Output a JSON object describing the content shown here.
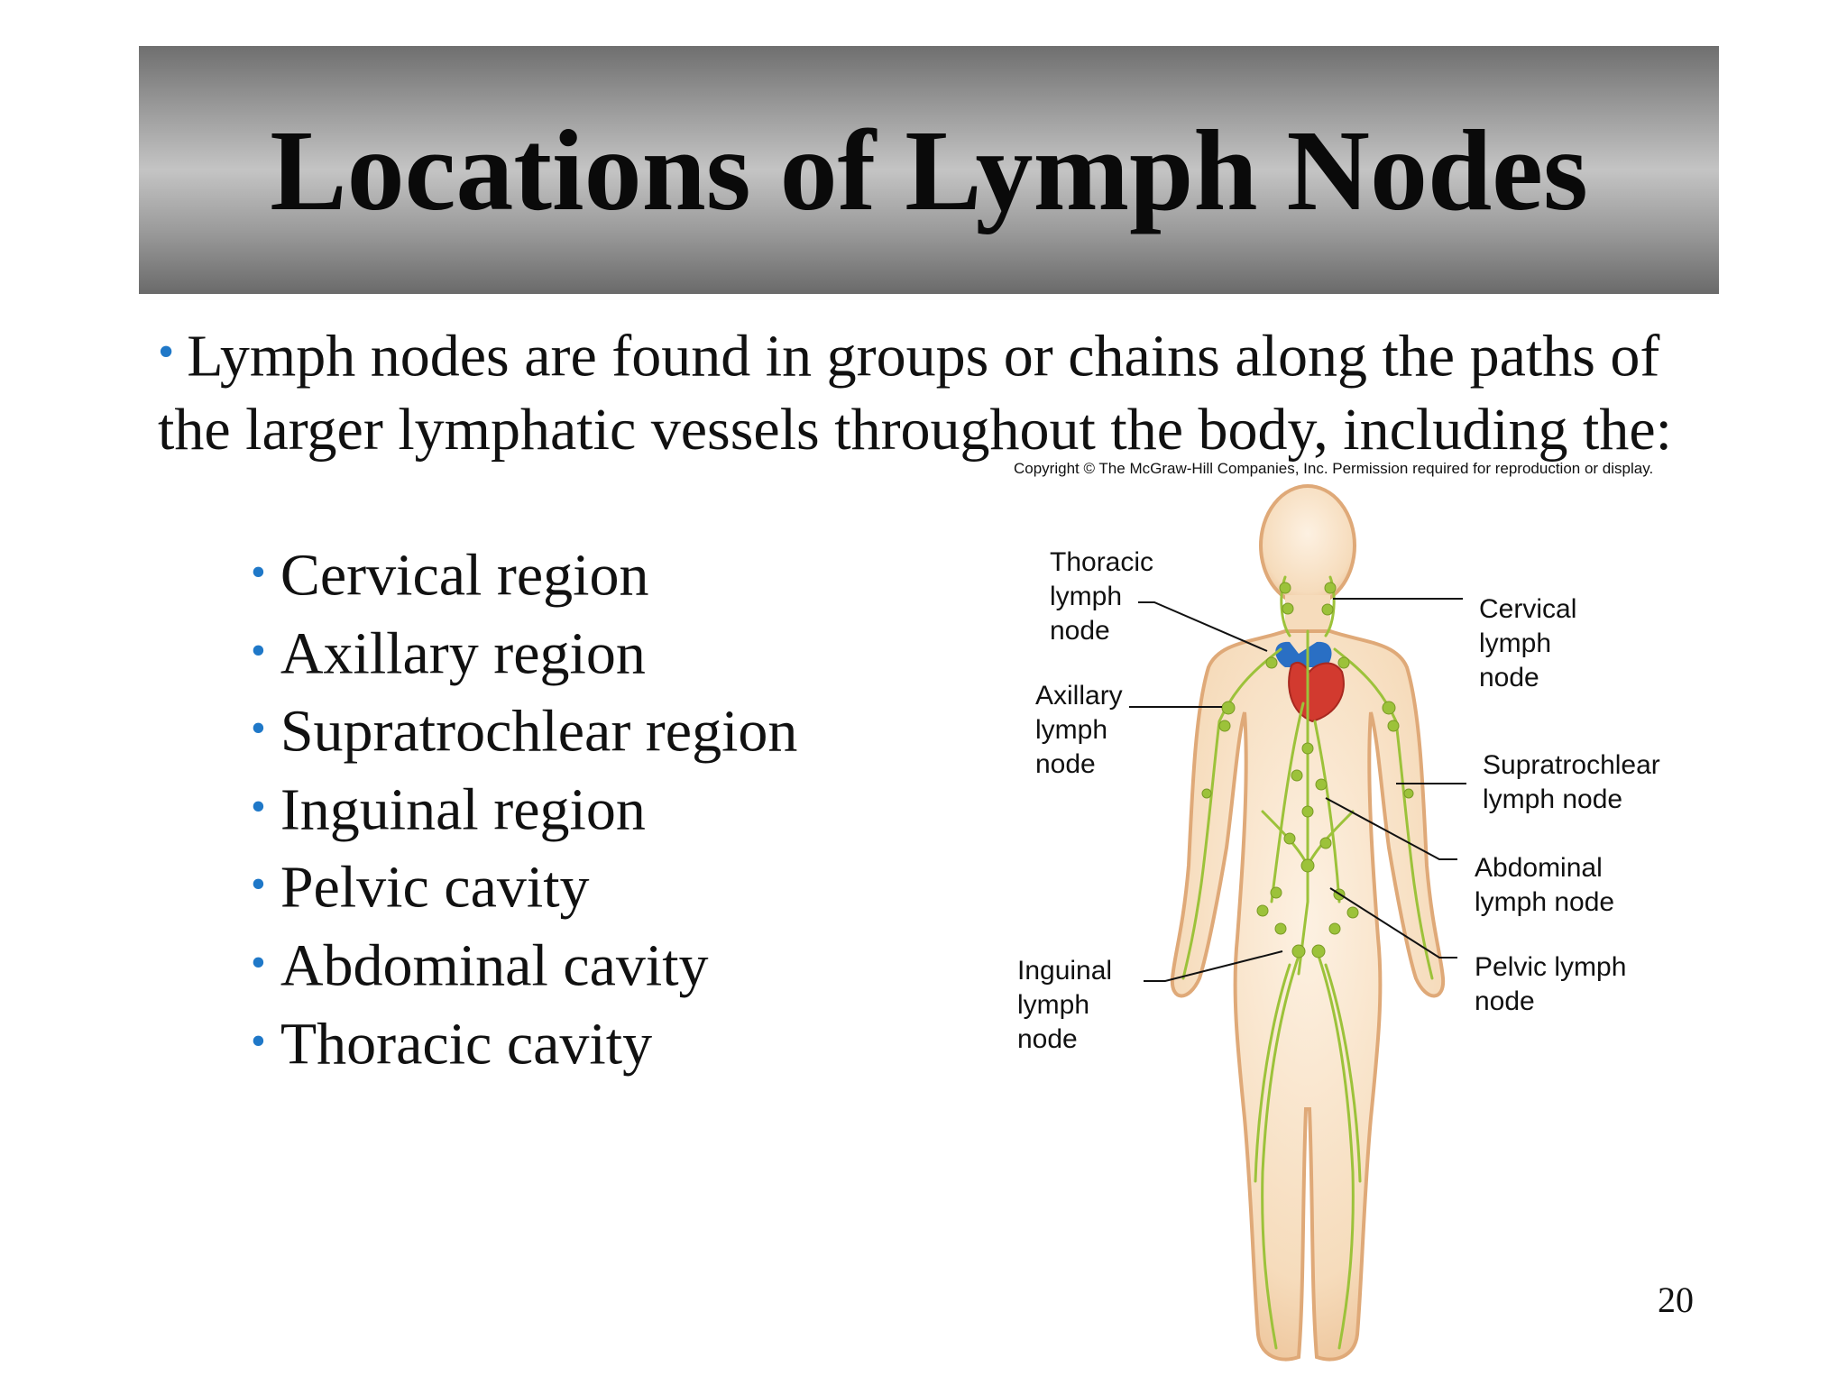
{
  "title": "Locations of Lymph Nodes",
  "intro": "Lymph nodes are found in groups or chains along the paths of the larger lymphatic vessels throughout the body, including the:",
  "regions": [
    "Cervical region",
    "Axillary region",
    "Supratrochlear region",
    "Inguinal region",
    "Pelvic cavity",
    "Abdominal cavity",
    "Thoracic cavity"
  ],
  "figure": {
    "copyright": "Copyright © The McGraw-Hill Companies, Inc. Permission required for reproduction or display.",
    "labels": {
      "thoracic": "Thoracic\nlymph\nnode",
      "axillary": "Axillary\nlymph\nnode",
      "inguinal": "Inguinal\nlymph\nnode",
      "cervical": "Cervical\nlymph\nnode",
      "supratrochlear": "Supratrochlear\nlymph node",
      "abdominal": "Abdominal\nlymph node",
      "pelvic": "Pelvic lymph\nnode"
    }
  },
  "page_number": "20",
  "colors": {
    "bullet": "#1f78c8",
    "skin": "#f4d9b8",
    "lymph": "#9cc23a",
    "heart": "#d23a2f",
    "vessel_blue": "#2a6fc4"
  }
}
